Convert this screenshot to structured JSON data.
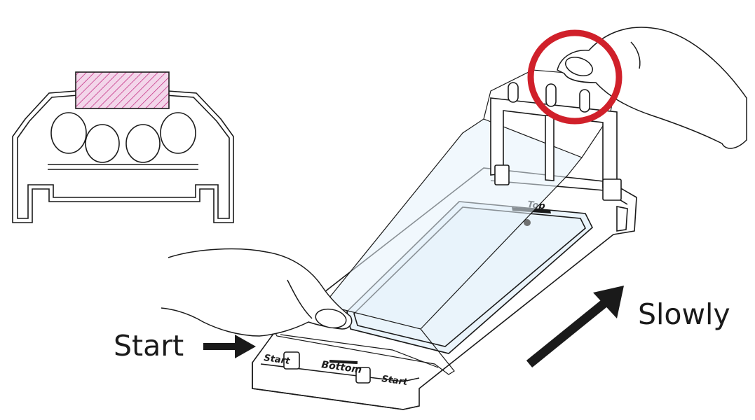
{
  "callouts": {
    "start": "Start",
    "slowly": "Slowly"
  },
  "tray_labels": {
    "top": "Top",
    "bottom": "Bottom",
    "start_left": "Start",
    "start_right": "Start"
  },
  "colors": {
    "line": "#1a1a1a",
    "highlight_circle": "#d0202a",
    "hatch": "#c0207a",
    "hatch_fill": "#f3d6ea",
    "protector_tint": "#e6f3fb"
  },
  "icons": {
    "arrow_right": "arrow-right-icon",
    "arrow_diagonal": "arrow-up-right-icon"
  }
}
